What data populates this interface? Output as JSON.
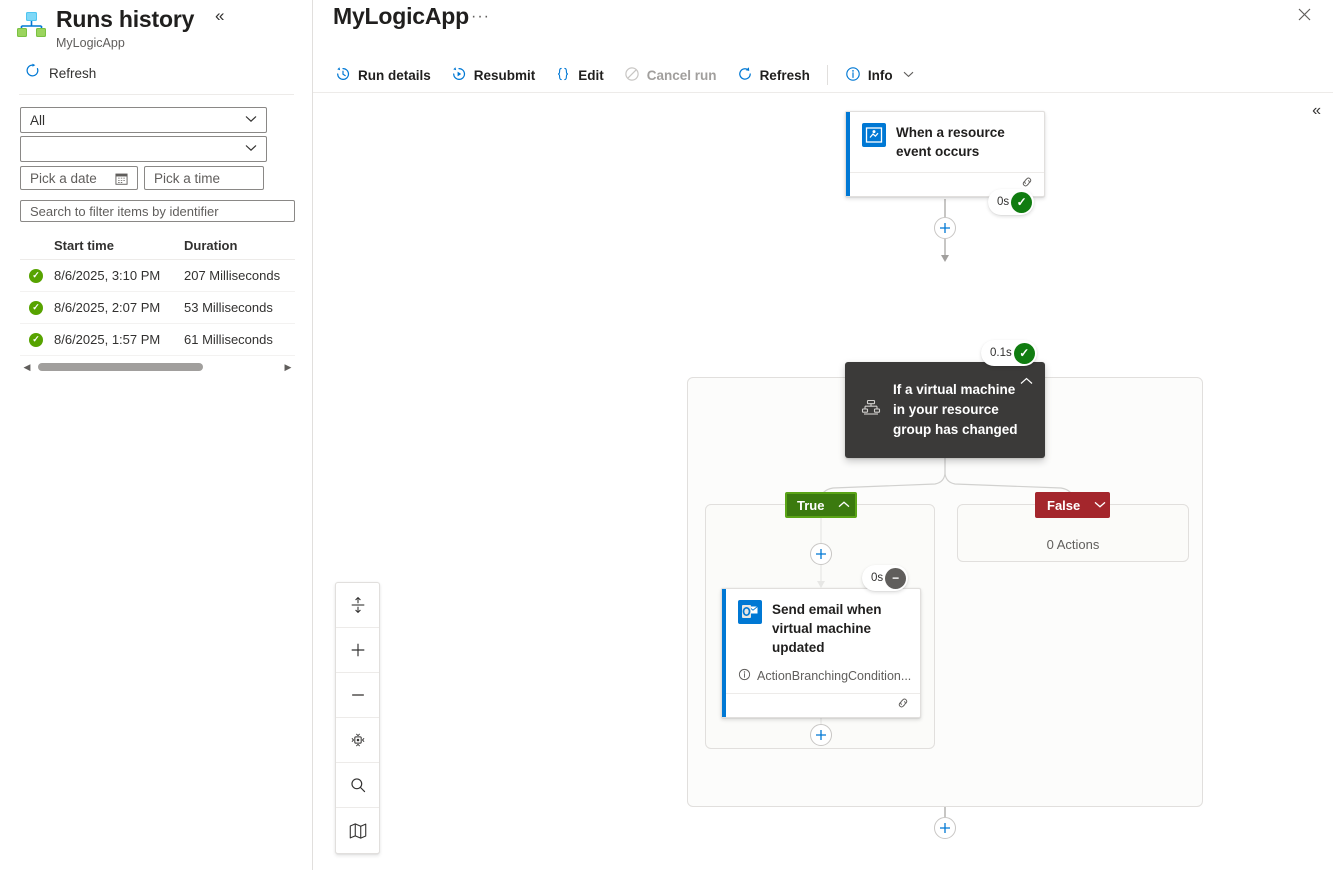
{
  "sidebar": {
    "title": "Runs history",
    "subtitle": "MyLogicApp",
    "collapse_icon": "double-chevron-left-icon",
    "refresh_label": "Refresh",
    "filters": {
      "status_value": "All",
      "secondary_value": "",
      "date_placeholder": "Pick a date",
      "time_placeholder": "Pick a time",
      "search_placeholder": "Search to filter items by identifier"
    },
    "table": {
      "columns": [
        "",
        "Start time",
        "Duration"
      ],
      "rows": [
        {
          "status": "Succeeded",
          "start_time": "8/6/2025, 3:10 PM",
          "duration": "207 Milliseconds"
        },
        {
          "status": "Succeeded",
          "start_time": "8/6/2025, 2:07 PM",
          "duration": "53 Milliseconds"
        },
        {
          "status": "Succeeded",
          "start_time": "8/6/2025, 1:57 PM",
          "duration": "61 Milliseconds"
        }
      ]
    }
  },
  "header": {
    "title": "MyLogicApp",
    "ellipsis": "···",
    "close_icon": "close-icon"
  },
  "commandbar": {
    "items": [
      {
        "label": "Run details",
        "icon": "history-clock-icon",
        "disabled": false
      },
      {
        "label": "Resubmit",
        "icon": "resubmit-icon",
        "disabled": false
      },
      {
        "label": "Edit",
        "icon": "code-braces-icon",
        "disabled": false
      },
      {
        "label": "Cancel run",
        "icon": "cancel-circle-icon",
        "disabled": true
      },
      {
        "label": "Refresh",
        "icon": "refresh-icon",
        "disabled": false
      }
    ],
    "info": {
      "label": "Info",
      "icon": "info-circle-icon",
      "chevron": "chevron-down-icon"
    }
  },
  "canvas": {
    "collapse_icon": "double-chevron-left-icon",
    "zoom_toolbar": [
      {
        "name": "fit-to-screen-icon",
        "title": "Fit to screen"
      },
      {
        "name": "zoom-in-icon",
        "title": "Zoom in"
      },
      {
        "name": "zoom-out-icon",
        "title": "Zoom out"
      },
      {
        "name": "pan-mode-icon",
        "title": "Pan"
      },
      {
        "name": "search-icon",
        "title": "Search"
      },
      {
        "name": "minimap-icon",
        "title": "Minimap"
      }
    ],
    "nodes": {
      "trigger": {
        "label": "When a resource event occurs",
        "icon": "event-grid-icon",
        "duration": "0s",
        "status": "Succeeded",
        "footer_icon": "connector-link-icon"
      },
      "condition": {
        "label": "If a virtual machine in your resource group has changed",
        "icon": "condition-icon",
        "duration": "0.1s",
        "status": "Succeeded",
        "chevron": "chevron-up-icon"
      },
      "branch_true": {
        "label": "True",
        "chevron": "chevron-up-icon"
      },
      "branch_false": {
        "label": "False",
        "chevron": "chevron-down-icon"
      },
      "false_empty": "0 Actions",
      "send_email": {
        "label": "Send email when virtual machine updated",
        "icon": "outlook-icon",
        "subtext": "ActionBranchingCondition...",
        "subtext_icon": "info-circle-icon",
        "duration": "0s",
        "status": "Skipped",
        "footer_icon": "connector-link-icon"
      }
    },
    "add_buttons": [
      {
        "name": "add-step-after-trigger"
      },
      {
        "name": "add-step-true-branch-top"
      },
      {
        "name": "add-step-true-branch-bottom"
      },
      {
        "name": "add-step-after-condition"
      }
    ]
  },
  "colors": {
    "accent": "#0078d4",
    "success": "#107c10",
    "skipped": "#605e5c",
    "true_branch": "#3b7a0f",
    "false_branch": "#a4262c",
    "condition_bg": "#3b3a39"
  }
}
